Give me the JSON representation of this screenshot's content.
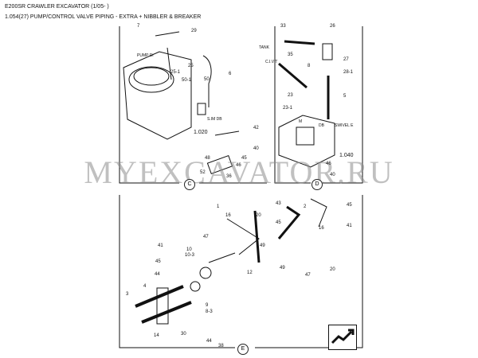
{
  "header": {
    "title": "E200SR CRAWLER EXCAVATOR (1/05- )",
    "subtitle": "1.054(27) PUMP/CONTROL VALVE PIPING - EXTRA + NIBBLER & BREAKER"
  },
  "watermark": "MYEXCAVATOR.RU",
  "sections": {
    "c": "C",
    "d": "D",
    "e": "E"
  },
  "labels": {
    "pump_di": "PUMP\nDi",
    "tank": "TANK",
    "civ": "C.I.V\nT",
    "sim_db": "S.IM\nDB",
    "m": "M",
    "db": "DB",
    "swivel": "SWIVEL\nE",
    "ref_1020": "1.020",
    "ref_1040": "1.040",
    "callouts_c": [
      "7",
      "29",
      "25",
      "25-1",
      "50-1",
      "50",
      "6",
      "42",
      "40",
      "45",
      "48",
      "46",
      "52",
      "36"
    ],
    "callouts_d": [
      "33",
      "26",
      "35",
      "8",
      "27",
      "28-1",
      "23",
      "5",
      "23-1",
      "46",
      "40"
    ],
    "callouts_e": [
      "1",
      "2",
      "16",
      "20",
      "43",
      "45",
      "47",
      "49",
      "10",
      "10-3",
      "12",
      "41",
      "45",
      "44",
      "4",
      "3",
      "9",
      "8-3",
      "30",
      "14",
      "44",
      "38",
      "47",
      "16",
      "41",
      "20",
      "45",
      "49"
    ]
  },
  "icon": "navigation-arrow-icon"
}
